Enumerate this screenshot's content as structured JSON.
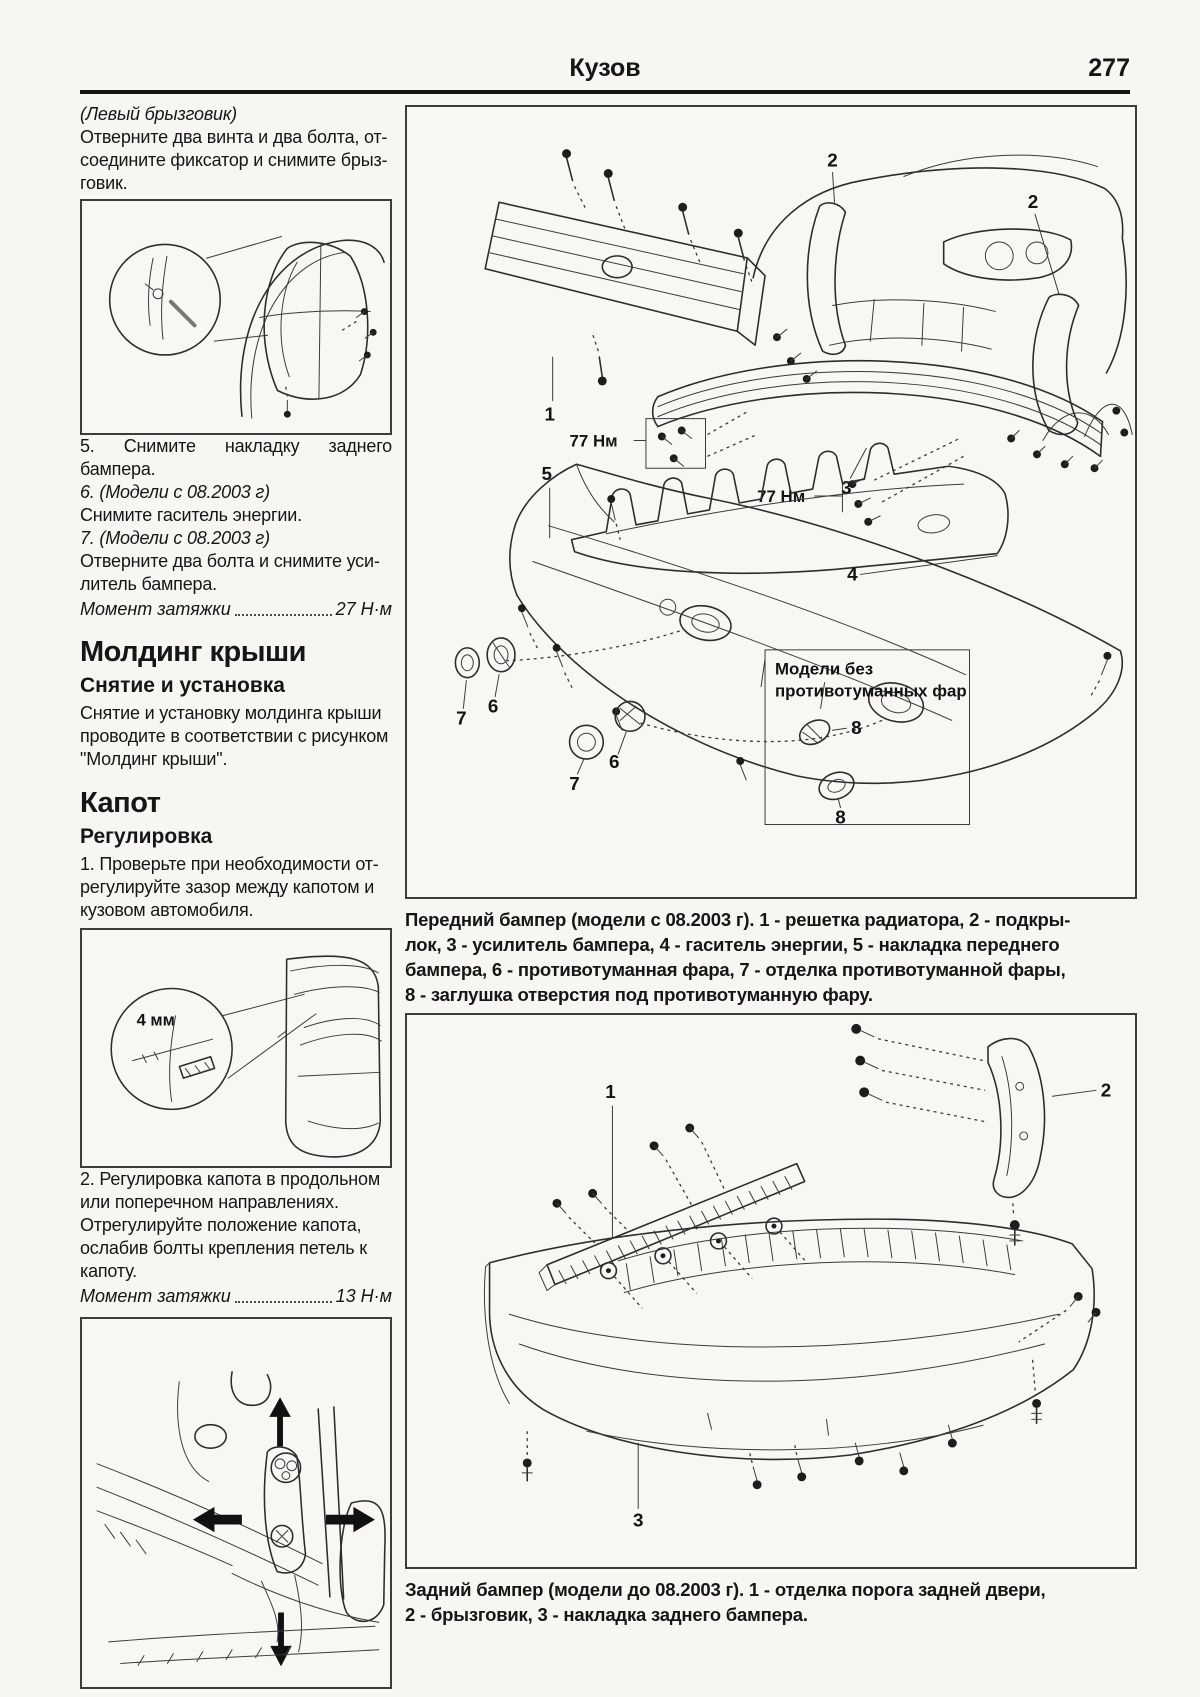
{
  "header": {
    "title": "Кузов",
    "page_number": "277"
  },
  "left": {
    "intro_italic": "(Левый брызговик)",
    "intro_body": "Отверните два винта и два болта, от-\nсоедините фиксатор и снимите брыз-\nговик.",
    "steps": {
      "s5": "5. Снимите накладку заднего бампера.",
      "s6_note": "6. (Модели с 08.2003 г)",
      "s6_body": "Снимите гаситель энергии.",
      "s7_note": "7. (Модели с 08.2003 г)",
      "s7_body": "Отверните два болта и снимите уси-\nлитель бампера."
    },
    "torque1": {
      "label": "Момент затяжки",
      "value": "27 Н·м"
    },
    "h1": "Молдинг крыши",
    "h1_sub": "Снятие и установка",
    "h1_body": "Снятие и установку молдинга крыши\nпроводите в соответствии с рисунком\n\"Молдинг крыши\".",
    "h2": "Капот",
    "h2_sub": "Регулировка",
    "h2_body": "1. Проверьте при необходимости от-\nрегулируйте зазор между капотом и\nкузовом автомобиля.",
    "step2_body": "2. Регулировка капота в продольном\nили поперечном направлениях.\nОтрегулируйте положение капота,\nослабив болты крепления петель к\nкапоту.",
    "torque2": {
      "label": "Момент затяжки",
      "value": "13 Н·м"
    },
    "fig2_gap": "4 мм"
  },
  "front": {
    "torque1_label": "77 Нм",
    "torque2_label": "77 Нм",
    "inset_line1": "Модели без",
    "inset_line2": "противотуманных фар",
    "num_grille": "1",
    "num_liner_a": "2",
    "num_liner_b": "2",
    "num_reinf": "3",
    "num_absorber": "4",
    "num_cover": "5",
    "num_fog_left": "6",
    "num_trim_left": "7",
    "num_fog_mid": "6",
    "num_trim_mid": "7",
    "num_plug_a": "8",
    "num_plug_b": "8",
    "caption": "Передний бампер (модели с 08.2003 г). 1 - решетка радиатора, 2 - подкры-\nлок, 3 - усилитель бампера, 4 - гаситель энергии, 5 - накладка переднего\nбампера, 6 - противотуманная фара, 7 - отделка противотуманной фары,\n8 - заглушка отверстия под противотуманную фару."
  },
  "rear": {
    "num_sill": "1",
    "num_mudguard": "2",
    "num_bumper": "3",
    "caption": "Задний бампер (модели до 08.2003 г). 1 - отделка порога задней двери,\n2 - брызговик, 3 - накладка заднего бампера."
  }
}
